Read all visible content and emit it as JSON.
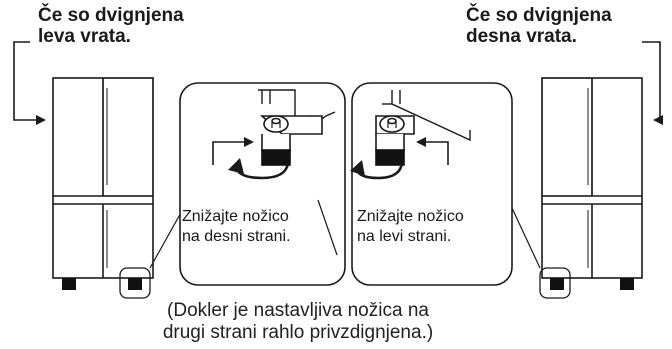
{
  "left_heading": {
    "line1": "Če so dvignjena",
    "line2": "leva vrata."
  },
  "right_heading": {
    "line1": "Če so dvignjena",
    "line2": "desna vrata."
  },
  "captions": {
    "lower_right_foot": {
      "line1": "Znižajte nožico",
      "line2": "na desni strani."
    },
    "lower_left_foot": {
      "line1": "Znižajte nožico",
      "line2": "na levi strani."
    }
  },
  "footer_note": {
    "line1": "(Dokler je nastavljiva nožica na",
    "line2": "drugi strani rahlo privzdignjena.)"
  },
  "colors": {
    "line": "#1a1a1a",
    "background": "#ffffff",
    "foot": "#111111"
  },
  "icons": [
    "arrow-icon",
    "rotate-arrow-icon",
    "adjustable-foot-icon",
    "refrigerator-icon"
  ]
}
